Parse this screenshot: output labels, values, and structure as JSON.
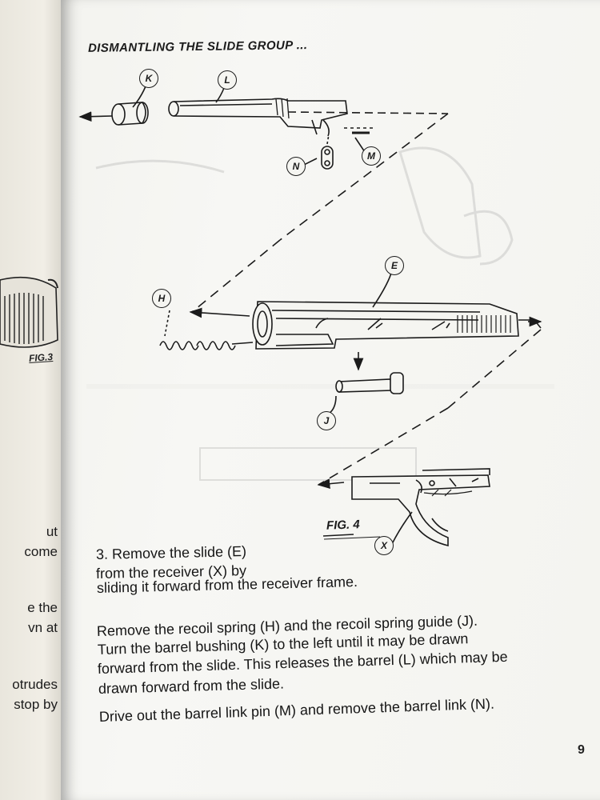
{
  "left_page": {
    "fragments": [
      "ut",
      "come",
      "e the",
      "vn at",
      "otrudes",
      "stop by"
    ],
    "fig_label": "FIG.3"
  },
  "heading": "DISMANTLING THE SLIDE GROUP ...",
  "figure": {
    "label": "FIG. 4",
    "callouts": [
      "K",
      "L",
      "N",
      "M",
      "H",
      "E",
      "J",
      "X"
    ]
  },
  "instructions": {
    "step3": [
      "3. Remove the slide (E)",
      "from the receiver (X) by",
      "sliding it forward from the receiver frame."
    ],
    "recoil": [
      "Remove the recoil spring (H) and the recoil spring guide (J).",
      "Turn the barrel bushing (K) to the left until it may be drawn",
      "forward from the slide. This releases the barrel (L) which may be",
      "drawn forward from the slide."
    ],
    "link": "Drive out the barrel link pin (M) and remove the barrel link (N)."
  },
  "page_number": "9"
}
